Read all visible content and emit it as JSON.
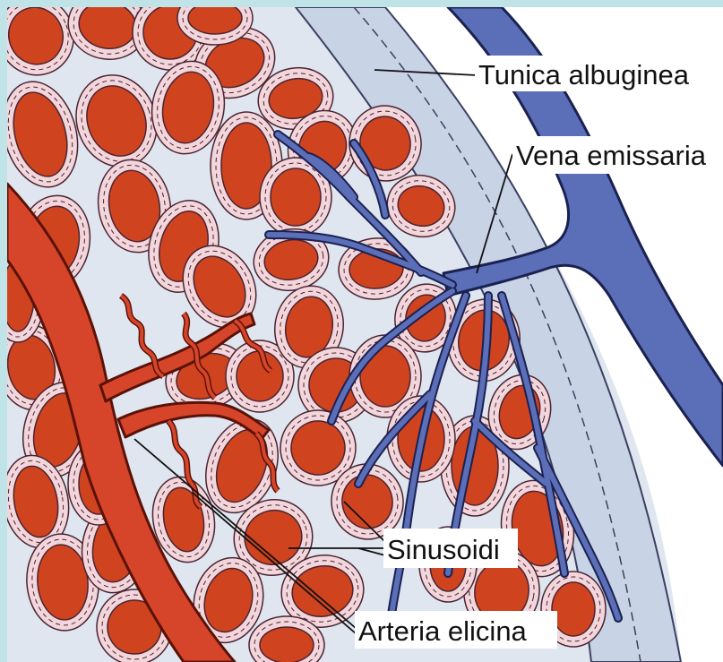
{
  "labels": {
    "tunica": "Tunica albuginea",
    "vena": "Vena emissaria",
    "sinusoidi": "Sinusoidi",
    "arteria": "Arteria elicina"
  },
  "colors": {
    "frame": "#bfe3e6",
    "stroma": "#dfe6f0",
    "tunica": "#c9d3e6",
    "vein": "#5b6eb8",
    "vein_outline": "#1b2150",
    "artery": "#d6452a",
    "artery_outline": "#5a1208",
    "sinusoid_wall": "#f2d6dc",
    "sinusoid_blood": "#d0431f",
    "sinusoid_outline": "#4a2430",
    "outer_white": "#ffffff"
  }
}
